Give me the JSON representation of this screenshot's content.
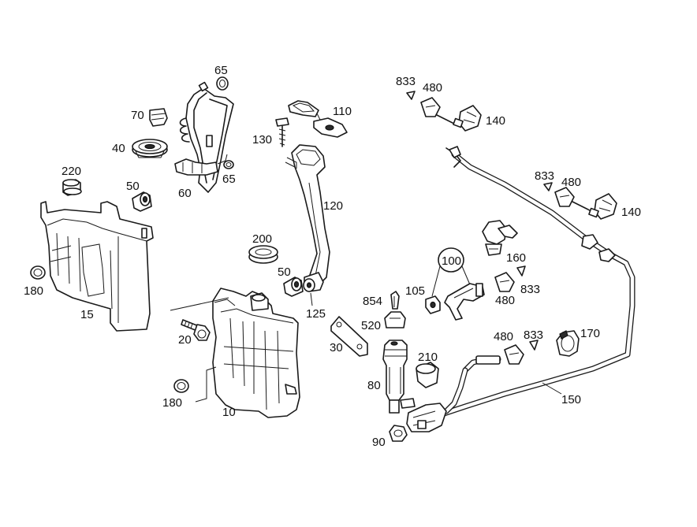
{
  "labels": {
    "l10": "10",
    "l15": "15",
    "l20": "20",
    "l30": "30",
    "l40": "40",
    "l50a": "50",
    "l50b": "50",
    "l60": "60",
    "l65a": "65",
    "l65b": "65",
    "l70": "70",
    "l80": "80",
    "l90": "90",
    "l100": "100",
    "l105": "105",
    "l110": "110",
    "l120": "120",
    "l125": "125",
    "l130": "130",
    "l140a": "140",
    "l140b": "140",
    "l150": "150",
    "l160": "160",
    "l170": "170",
    "l180a": "180",
    "l180b": "180",
    "l200": "200",
    "l210": "210",
    "l220": "220",
    "l480a": "480",
    "l480b": "480",
    "l480c": "480",
    "l480d": "480",
    "l520": "520",
    "l833a": "833",
    "l833b": "833",
    "l833c": "833",
    "l833d": "833",
    "l854": "854"
  }
}
